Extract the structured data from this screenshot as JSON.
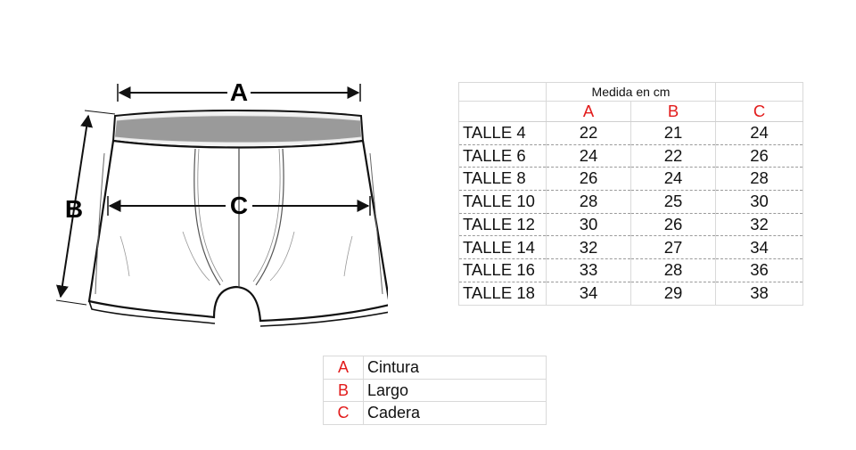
{
  "figure": {
    "labels": {
      "a": "A",
      "b": "B",
      "c": "C"
    }
  },
  "size_table": {
    "unit_header": "Medida en cm",
    "columns": [
      "A",
      "B",
      "C"
    ],
    "rows": [
      {
        "size": "TALLE 4",
        "a": "22",
        "b": "21",
        "c": "24"
      },
      {
        "size": "TALLE 6",
        "a": "24",
        "b": "22",
        "c": "26"
      },
      {
        "size": "TALLE 8",
        "a": "26",
        "b": "24",
        "c": "28"
      },
      {
        "size": "TALLE 10",
        "a": "28",
        "b": "25",
        "c": "30"
      },
      {
        "size": "TALLE 12",
        "a": "30",
        "b": "26",
        "c": "32"
      },
      {
        "size": "TALLE 14",
        "a": "32",
        "b": "27",
        "c": "34"
      },
      {
        "size": "TALLE 16",
        "a": "33",
        "b": "28",
        "c": "36"
      },
      {
        "size": "TALLE 18",
        "a": "34",
        "b": "29",
        "c": "38"
      }
    ]
  },
  "legend": [
    {
      "letter": "A",
      "description": "Cintura"
    },
    {
      "letter": "B",
      "description": "Largo"
    },
    {
      "letter": "C",
      "description": "Cadera"
    }
  ],
  "colors": {
    "accent": "#e21b1b",
    "grid": "#d9d9d9",
    "line": "#111111"
  }
}
